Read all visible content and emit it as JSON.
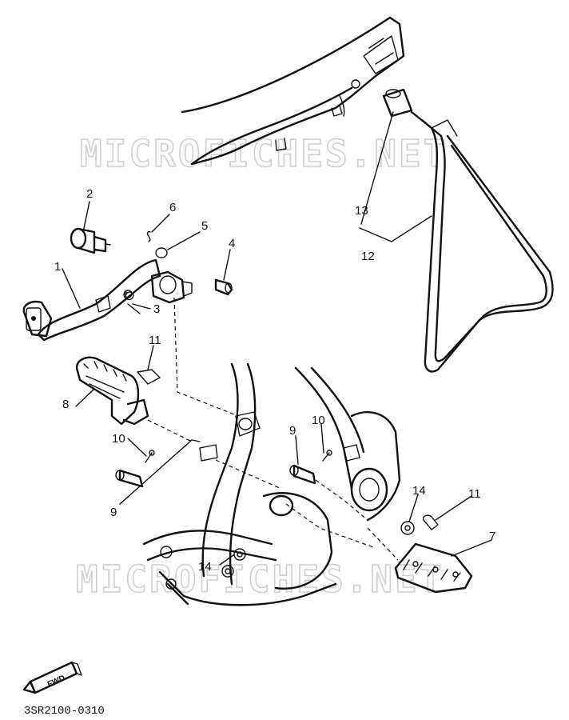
{
  "watermark": {
    "text": "MICROFICHES.NET"
  },
  "callouts": [
    {
      "id": "c-2",
      "text": "2"
    },
    {
      "id": "c-6",
      "text": "6"
    },
    {
      "id": "c-5",
      "text": "5"
    },
    {
      "id": "c-4",
      "text": "4"
    },
    {
      "id": "c-1",
      "text": "1"
    },
    {
      "id": "c-3",
      "text": "3"
    },
    {
      "id": "c-11a",
      "text": "11"
    },
    {
      "id": "c-8",
      "text": "8"
    },
    {
      "id": "c-13",
      "text": "13"
    },
    {
      "id": "c-12",
      "text": "12"
    },
    {
      "id": "c-10a",
      "text": "10"
    },
    {
      "id": "c-9a",
      "text": "9"
    },
    {
      "id": "c-9b",
      "text": "9"
    },
    {
      "id": "c-10b",
      "text": "10"
    },
    {
      "id": "c-14a",
      "text": "14"
    },
    {
      "id": "c-11b",
      "text": "11"
    },
    {
      "id": "c-7",
      "text": "7"
    },
    {
      "id": "c-14b",
      "text": "14"
    }
  ],
  "fwd_badge": {
    "text": "FWD"
  },
  "diagram_code": "3SR2100-0310"
}
